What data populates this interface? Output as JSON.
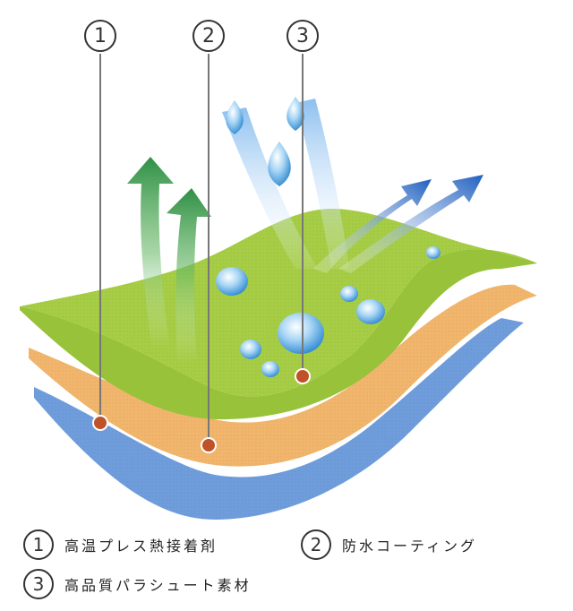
{
  "callouts": [
    {
      "id": "1",
      "label": "1"
    },
    {
      "id": "2",
      "label": "2"
    },
    {
      "id": "3",
      "label": "3"
    }
  ],
  "legend": [
    {
      "num": "1",
      "text": "高温プレス熱接着剤"
    },
    {
      "num": "2",
      "text": "防水コーティング"
    },
    {
      "num": "3",
      "text": "高品質パラシュート素材"
    }
  ],
  "colors": {
    "green_layer": "#a6cd45",
    "orange_layer": "#f1b56c",
    "blue_layer": "#6f9ddc",
    "green_arrow": "#3a9a48",
    "blue_arrow": "#2f6fc4",
    "marker": "#c0522a"
  }
}
